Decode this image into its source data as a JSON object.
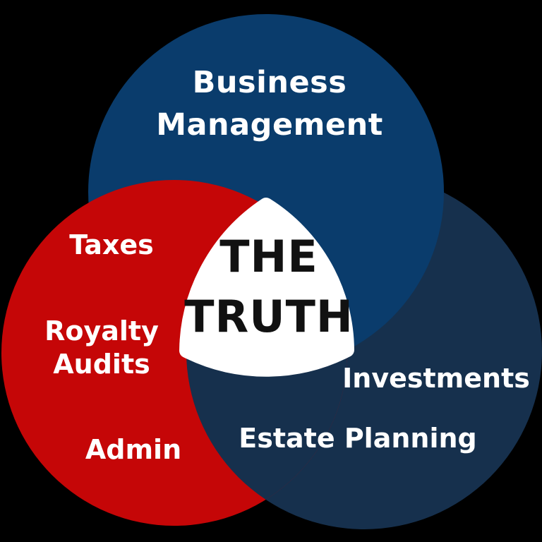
{
  "diagram": {
    "type": "venn-diagram",
    "background_color": "#000000",
    "center": {
      "label": "THE TRUTH",
      "shape_color": "#ffffff",
      "text_color": "#111111"
    },
    "sets": [
      {
        "name": "business-management",
        "label": "Business Management",
        "color": "#0a3c6c",
        "text_color": "#ffffff",
        "items": []
      },
      {
        "name": "taxes-royalty-admin",
        "label": "",
        "color": "#c50607",
        "text_color": "#ffffff",
        "items": [
          "Taxes",
          "Royalty Audits",
          "Admin"
        ]
      },
      {
        "name": "investments-estate",
        "label": "",
        "color": "#16304d",
        "text_color": "#ffffff",
        "items": [
          "Investments",
          "Estate Planning"
        ]
      }
    ]
  }
}
